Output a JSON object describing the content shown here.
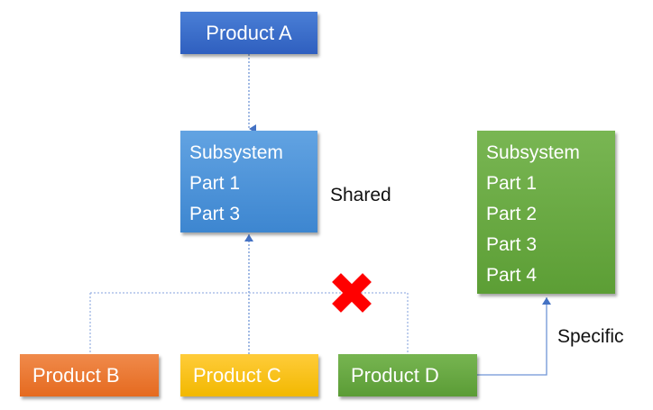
{
  "diagram": {
    "nodes": {
      "product_a": {
        "label": "Product A",
        "color": "#3a6cc8"
      },
      "subsystem_shared": {
        "lines": [
          "Subsystem",
          "Part 1",
          "Part 3"
        ],
        "color": "#4f94d8"
      },
      "subsystem_specific": {
        "lines": [
          "Subsystem",
          "Part 1",
          "Part 2",
          "Part 3",
          "Part 4"
        ],
        "color": "#6aab44"
      },
      "product_b": {
        "label": "Product B",
        "color": "#ec7a34"
      },
      "product_c": {
        "label": "Product C",
        "color": "#f9c21c"
      },
      "product_d": {
        "label": "Product D",
        "color": "#69a843"
      }
    },
    "labels": {
      "shared": "Shared",
      "specific": "Specific"
    },
    "edges": [
      {
        "from": "product_a",
        "to": "subsystem_shared",
        "style": "dotted"
      },
      {
        "from": "product_b",
        "to": "subsystem_shared",
        "style": "dotted"
      },
      {
        "from": "product_c",
        "to": "subsystem_shared",
        "style": "dotted"
      },
      {
        "from": "product_d",
        "to": "subsystem_shared",
        "style": "dotted",
        "blocked": true
      },
      {
        "from": "product_d",
        "to": "subsystem_specific",
        "style": "solid",
        "label": "Specific"
      }
    ],
    "blocked_marker": {
      "icon": "red-x-icon",
      "color": "#ff0000"
    },
    "connector_color": "#4472c4"
  }
}
